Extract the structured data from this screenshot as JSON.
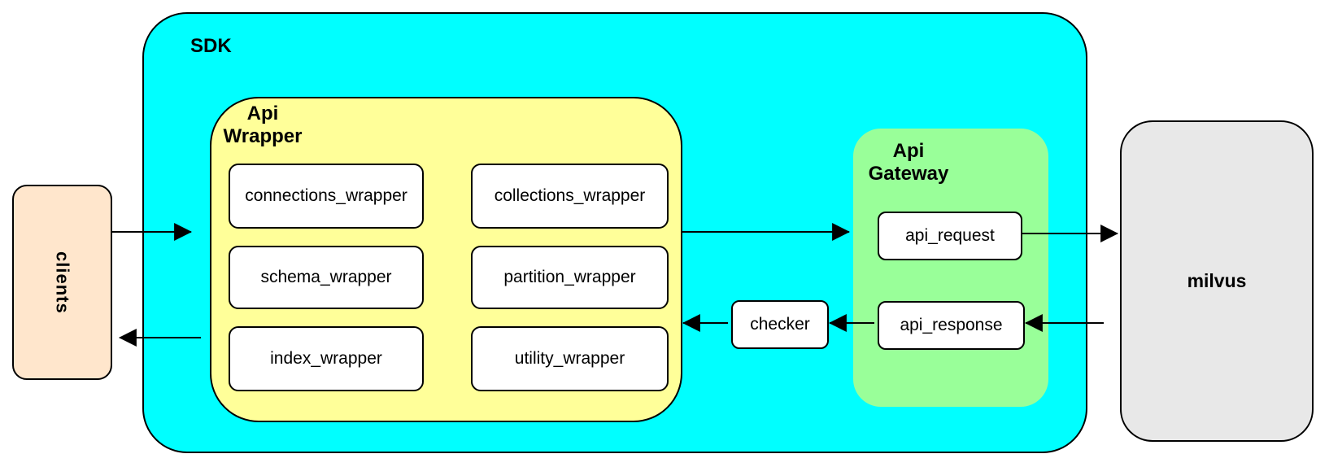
{
  "diagram": {
    "clients": {
      "label": "clients",
      "fill": "#FFE6CC"
    },
    "sdk": {
      "label": "SDK",
      "fill": "#00FFFF",
      "api_wrapper": {
        "label": "Api\nWrapper",
        "fill": "#FFFF99",
        "boxes": [
          "connections_wrapper",
          "collections_wrapper",
          "schema_wrapper",
          "partition_wrapper",
          "index_wrapper",
          "utility_wrapper"
        ]
      },
      "checker": {
        "label": "checker"
      },
      "api_gateway": {
        "label": "Api\nGateway",
        "fill": "#99FF99",
        "boxes": [
          "api_request",
          "api_response"
        ]
      }
    },
    "milvus": {
      "label": "milvus",
      "fill": "#E8E8E8"
    },
    "colors": {
      "inner_box_fill": "#FFFFFF",
      "stroke": "#000000",
      "background": "#FFFFFF"
    },
    "flows": [
      "clients -> api_wrapper",
      "api_wrapper -> api_gateway.api_request",
      "api_request -> milvus",
      "milvus -> api_response",
      "api_response -> checker",
      "checker -> api_wrapper",
      "api_wrapper -> clients"
    ]
  }
}
